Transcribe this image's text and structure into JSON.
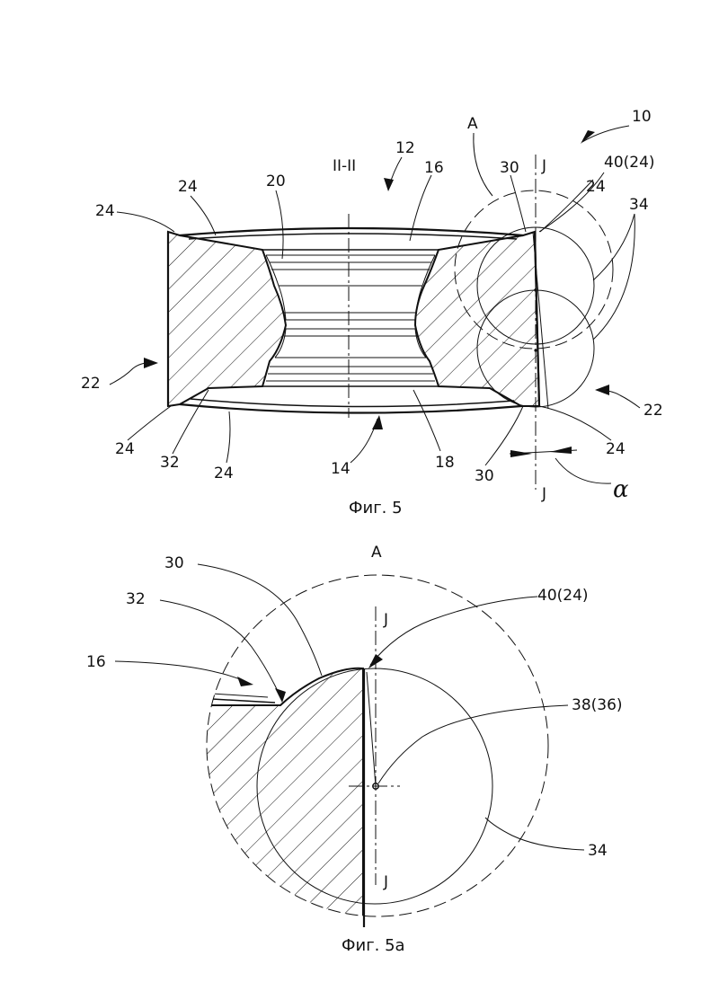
{
  "fig5": {
    "caption": "Фиг. 5",
    "section": "II-II",
    "labels": {
      "ref10": "10",
      "refA": "A",
      "ref12": "12",
      "ref16": "16",
      "ref20": "20",
      "ref30_top": "30",
      "refJ_top": "J",
      "ref40": "40(24)",
      "ref34": "34",
      "ref24_top_left": "24",
      "ref24_left": "24",
      "ref24_top_right": "24",
      "ref22_left": "22",
      "ref22_right": "22",
      "ref24_bottom_left": "24",
      "ref32": "32",
      "ref24_bottom": "24",
      "ref14": "14",
      "ref18": "18",
      "ref30_bottom": "30",
      "ref24_bottom_right": "24",
      "refJ_bottom": "J",
      "alpha": "α"
    }
  },
  "fig5a": {
    "caption": "Фиг. 5а",
    "labels": {
      "refA": "A",
      "ref30": "30",
      "ref32": "32",
      "ref16": "16",
      "ref40": "40(24)",
      "refJ_top": "J",
      "ref38": "38(36)",
      "ref34": "34",
      "refJ_bottom": "J"
    }
  }
}
